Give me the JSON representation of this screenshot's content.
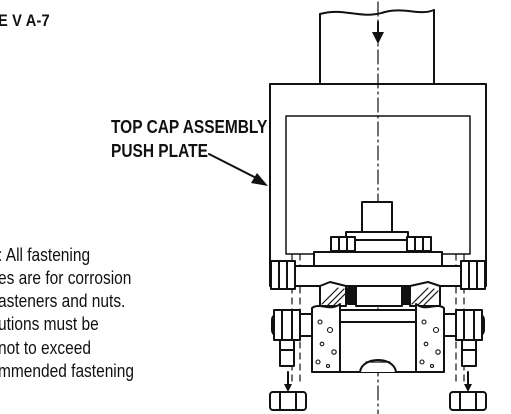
{
  "figure": {
    "label": "E V A-7"
  },
  "callout": {
    "line1": "TOP CAP ASSEMBLY",
    "line2": "PUSH PLATE"
  },
  "note": {
    "lines": [
      ": All fastening",
      "es are for corrosion",
      "asteners and nuts.",
      "utions must be",
      "not to exceed",
      "mmended fastening",
      ""
    ]
  },
  "colors": {
    "ink": "#111111",
    "background": "#ffffff"
  }
}
